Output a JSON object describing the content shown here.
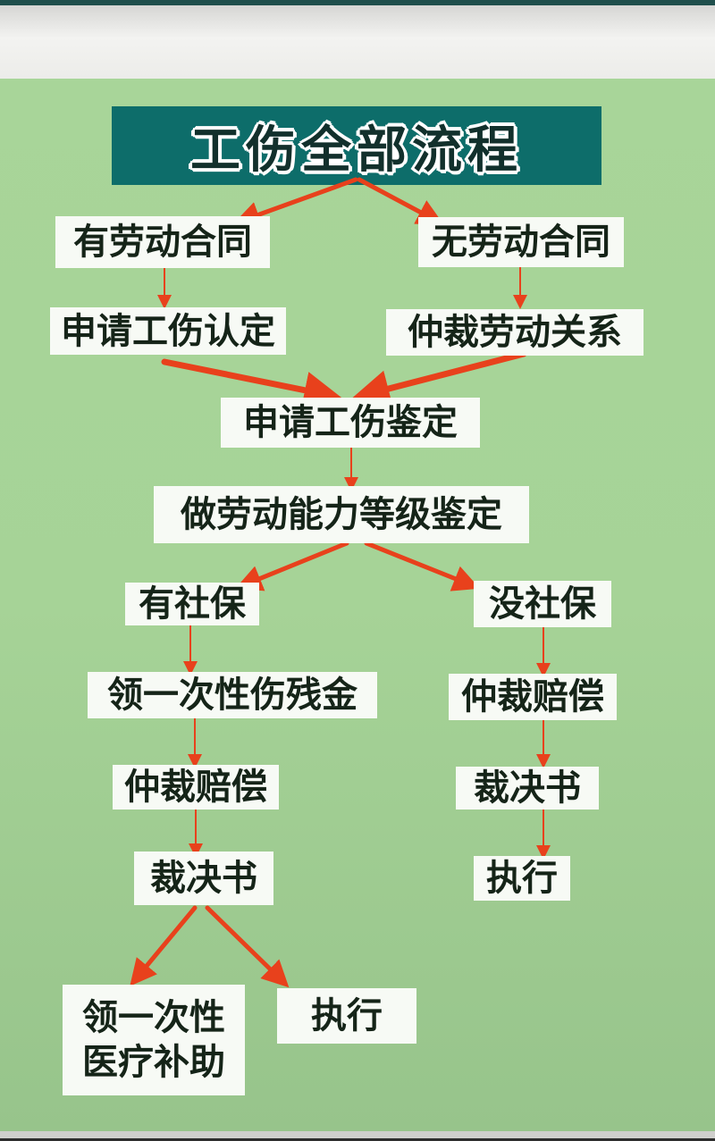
{
  "title": "工伤全部流程",
  "colors": {
    "background": "#a8d599",
    "title_box": "#0d6d6a",
    "node_bg": "#f7faf5",
    "node_text": "#152418",
    "arrow": "#e8411c"
  },
  "nodes": {
    "has_contract": "有劳动合同",
    "no_contract": "无劳动合同",
    "apply_injury_recognition": "申请工伤认定",
    "arbitrate_labor_relation": "仲裁劳动关系",
    "apply_injury_appraisal": "申请工伤鉴定",
    "labor_capacity_grading": "做劳动能力等级鉴定",
    "has_social_insurance": "有社保",
    "no_social_insurance": "没社保",
    "one_time_disability_subsidy": "领一次性伤残金",
    "left_arbitration_compensation": "仲裁赔偿",
    "left_ruling": "裁决书",
    "one_time_medical_subsidy_line1": "领一次性",
    "one_time_medical_subsidy_line2": "医疗补助",
    "left_execution": "执行",
    "right_arbitration_compensation": "仲裁赔偿",
    "right_ruling": "裁决书",
    "right_execution": "执行"
  },
  "edges": [
    [
      "title",
      "has_contract"
    ],
    [
      "title",
      "no_contract"
    ],
    [
      "has_contract",
      "apply_injury_recognition"
    ],
    [
      "no_contract",
      "arbitrate_labor_relation"
    ],
    [
      "apply_injury_recognition",
      "apply_injury_appraisal"
    ],
    [
      "arbitrate_labor_relation",
      "apply_injury_appraisal"
    ],
    [
      "apply_injury_appraisal",
      "labor_capacity_grading"
    ],
    [
      "labor_capacity_grading",
      "has_social_insurance"
    ],
    [
      "labor_capacity_grading",
      "no_social_insurance"
    ],
    [
      "has_social_insurance",
      "one_time_disability_subsidy"
    ],
    [
      "one_time_disability_subsidy",
      "left_arbitration_compensation"
    ],
    [
      "left_arbitration_compensation",
      "left_ruling"
    ],
    [
      "left_ruling",
      "one_time_medical_subsidy"
    ],
    [
      "left_ruling",
      "left_execution"
    ],
    [
      "no_social_insurance",
      "right_arbitration_compensation"
    ],
    [
      "right_arbitration_compensation",
      "right_ruling"
    ],
    [
      "right_ruling",
      "right_execution"
    ]
  ]
}
